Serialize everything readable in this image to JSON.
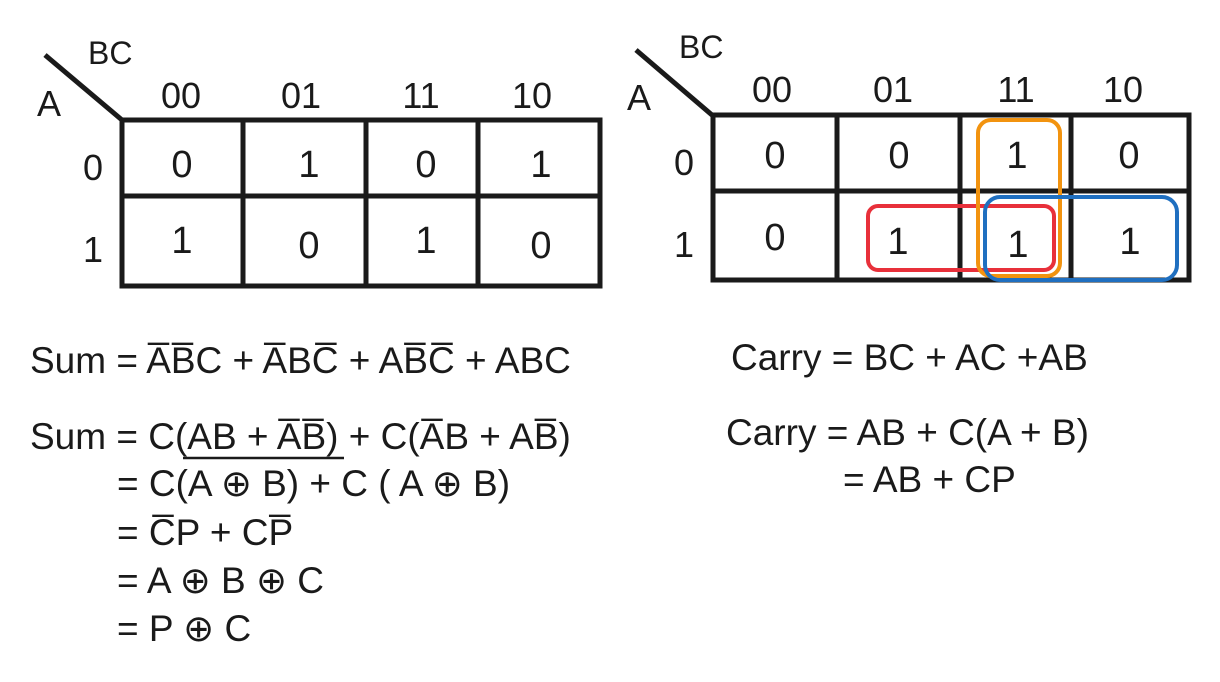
{
  "kmaps": [
    {
      "row_var": "A",
      "col_var": "BC",
      "col_headers": [
        "00",
        "01",
        "11",
        "10"
      ],
      "row_headers": [
        "0",
        "1"
      ],
      "cells": [
        [
          "0",
          "1",
          "0",
          "1"
        ],
        [
          "1",
          "0",
          "1",
          "0"
        ]
      ]
    },
    {
      "row_var": "A",
      "col_var": "BC",
      "col_headers": [
        "00",
        "01",
        "11",
        "10"
      ],
      "row_headers": [
        "0",
        "1"
      ],
      "cells": [
        [
          "0",
          "0",
          "1",
          "0"
        ],
        [
          "0",
          "1",
          "1",
          "1"
        ]
      ],
      "groups": [
        {
          "color": "#e8303a",
          "cells": "row 1, columns 01 and 11"
        },
        {
          "color": "#f2930f",
          "cells": "column 11, rows 0 and 1"
        },
        {
          "color": "#1f6fc0",
          "cells": "row 1, columns 11 and 10"
        }
      ]
    }
  ],
  "equations": {
    "sum_lines": [
      "Sum = A̅B̅C + A̅BC̅ + AB̅C̅ + ABC",
      "Sum = C(AB + A̅B̅) + C(A̅B + AB̅)",
      "= C(A ⊕ B) + C ( A ⊕ B)",
      "= C̅P + CP̅",
      "= A ⊕ B ⊕ C",
      "= P ⊕ C"
    ],
    "carry_lines": [
      "Carry = BC + AC +AB",
      "Carry = AB + C(A + B)",
      "= AB + CP"
    ]
  }
}
